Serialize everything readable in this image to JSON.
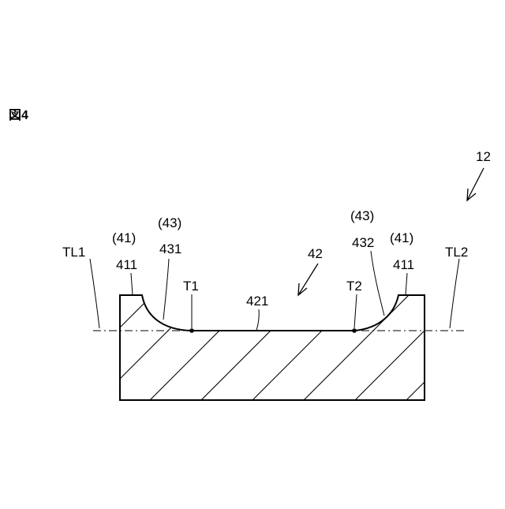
{
  "figure": {
    "title": "図4",
    "ref_main": "12",
    "ref_groove": "42",
    "ref_bottom": "421",
    "left": {
      "line_label": "TL1",
      "paren_41": "(41)",
      "ref_411": "411",
      "paren_43": "(43)",
      "ref_431": "431",
      "point_label": "T1"
    },
    "right": {
      "line_label": "TL2",
      "paren_41": "(41)",
      "ref_411": "411",
      "paren_43": "(43)",
      "ref_432": "432",
      "point_label": "T2"
    }
  },
  "colors": {
    "stroke": "#000000",
    "background": "#ffffff"
  }
}
